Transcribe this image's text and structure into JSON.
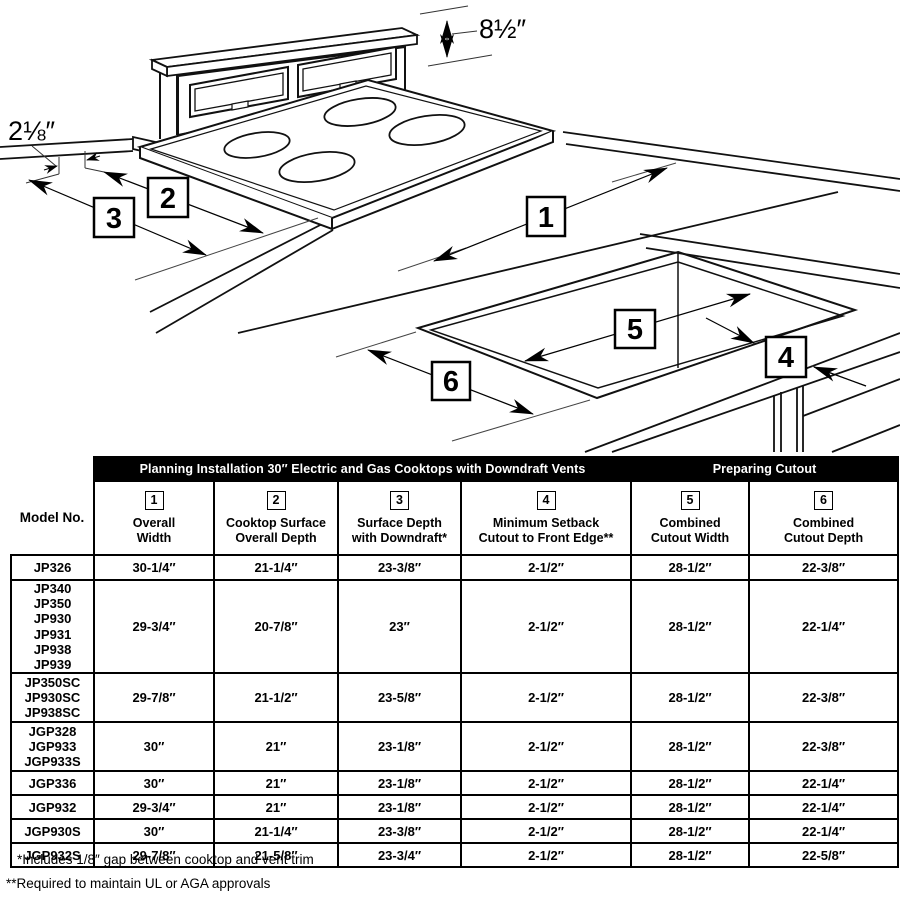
{
  "diagram": {
    "dim_height": "8½″",
    "dim_gap": "2⅛″",
    "callouts": [
      "1",
      "2",
      "3",
      "4",
      "5",
      "6"
    ]
  },
  "table": {
    "band_planning": "Planning Installation 30″ Electric and Gas Cooktops with Downdraft Vents",
    "band_cutout": "Preparing Cutout",
    "model_header": "Model No.",
    "columns": [
      {
        "num": "1",
        "label": "Overall\nWidth"
      },
      {
        "num": "2",
        "label": "Cooktop Surface\nOverall Depth"
      },
      {
        "num": "3",
        "label": "Surface Depth\nwith Downdraft*"
      },
      {
        "num": "4",
        "label": "Minimum Setback\nCutout to Front Edge**"
      },
      {
        "num": "5",
        "label": "Combined\nCutout Width"
      },
      {
        "num": "6",
        "label": "Combined\nCutout Depth"
      }
    ],
    "rows": [
      {
        "models": "JP326",
        "values": [
          "30-1/4″",
          "21-1/4″",
          "23-3/8″",
          "2-1/2″",
          "28-1/2″",
          "22-3/8″"
        ]
      },
      {
        "models": "JP340\nJP350\nJP930\nJP931\nJP938\nJP939",
        "values": [
          "29-3/4″",
          "20-7/8″",
          "23″",
          "2-1/2″",
          "28-1/2″",
          "22-1/4″"
        ]
      },
      {
        "models": "JP350SC\nJP930SC\nJP938SC",
        "values": [
          "29-7/8″",
          "21-1/2″",
          "23-5/8″",
          "2-1/2″",
          "28-1/2″",
          "22-3/8″"
        ]
      },
      {
        "models": "JGP328\nJGP933\nJGP933S",
        "values": [
          "30″",
          "21″",
          "23-1/8″",
          "2-1/2″",
          "28-1/2″",
          "22-3/8″"
        ]
      },
      {
        "models": "JGP336",
        "values": [
          "30″",
          "21″",
          "23-1/8″",
          "2-1/2″",
          "28-1/2″",
          "22-1/4″"
        ]
      },
      {
        "models": "JGP932",
        "values": [
          "29-3/4″",
          "21″",
          "23-1/8″",
          "2-1/2″",
          "28-1/2″",
          "22-1/4″"
        ]
      },
      {
        "models": "JGP930S",
        "values": [
          "30″",
          "21-1/4″",
          "23-3/8″",
          "2-1/2″",
          "28-1/2″",
          "22-1/4″"
        ]
      },
      {
        "models": "JGP932S",
        "values": [
          "29-7/8″",
          "21-5/8″",
          "23-3/4″",
          "2-1/2″",
          "28-1/2″",
          "22-5/8″"
        ]
      }
    ]
  },
  "footnotes": [
    "*Includes 1/8″ gap between cooktop and vent trim",
    "**Required to maintain UL or AGA approvals"
  ]
}
